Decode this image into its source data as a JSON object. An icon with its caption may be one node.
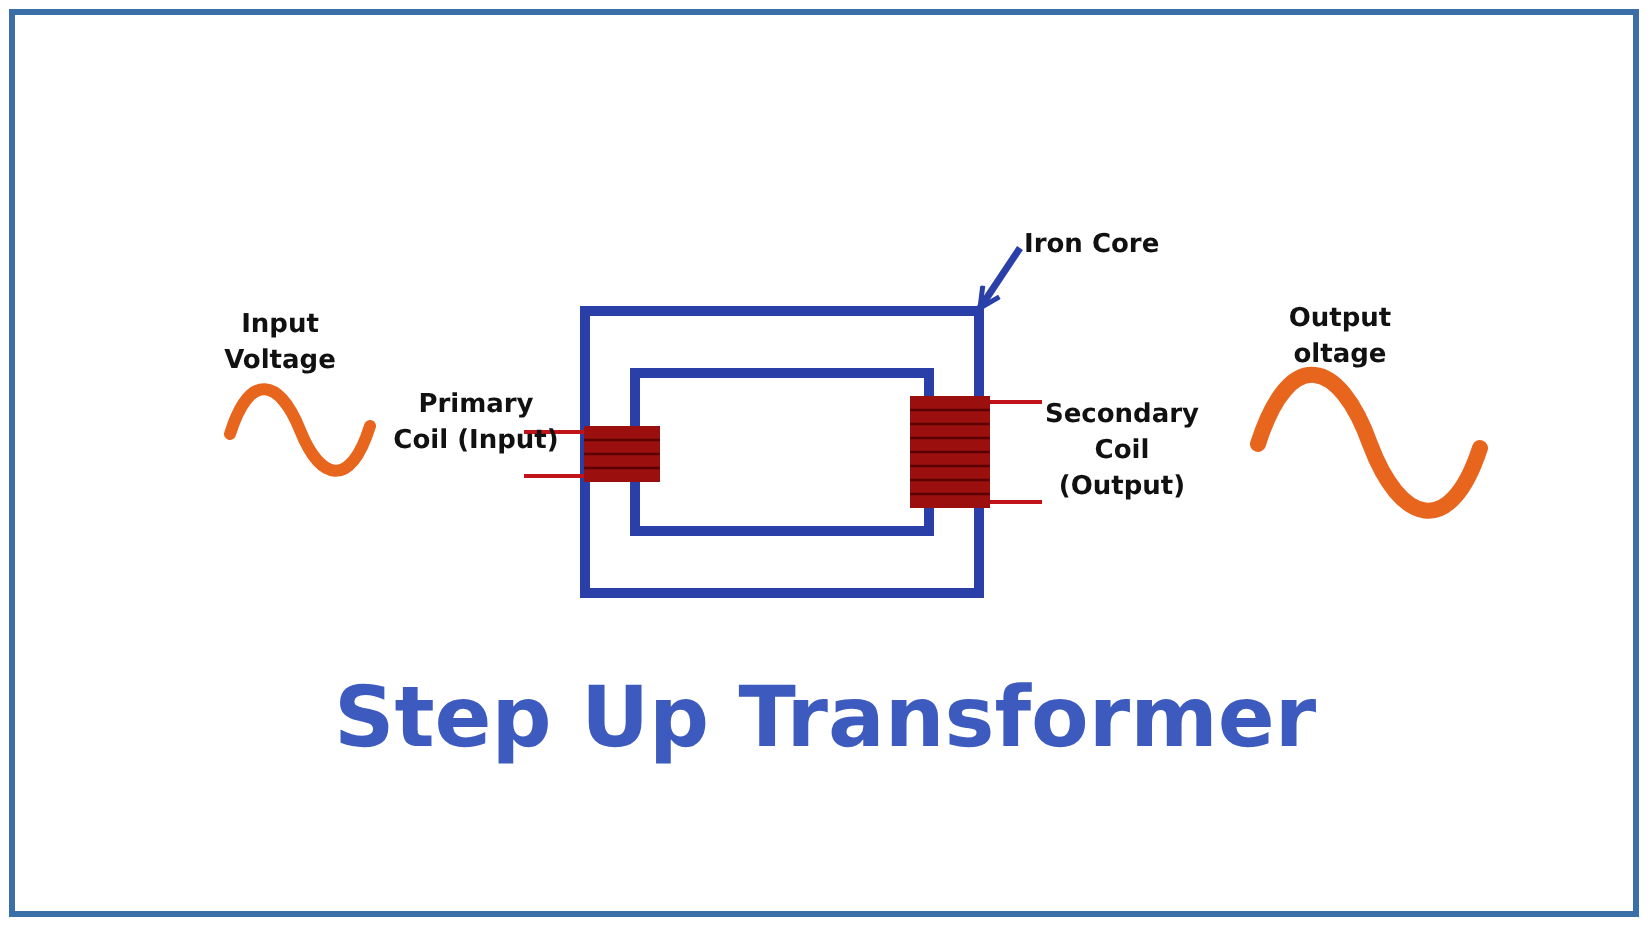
{
  "diagram": {
    "title": "Step Up Transformer",
    "nodes": [
      {
        "text": [
          "Iron Core"
        ]
      },
      {
        "text": [],
        "shape": "box"
      }
    ],
    "edges": [
      {
        "from": 0,
        "to": 1,
        "arrow": "to"
      }
    ],
    "labels": [
      "Input Voltage",
      "Primary Coil (Input)",
      "Secondary Coil (Output)",
      "Output oltage"
    ]
  }
}
